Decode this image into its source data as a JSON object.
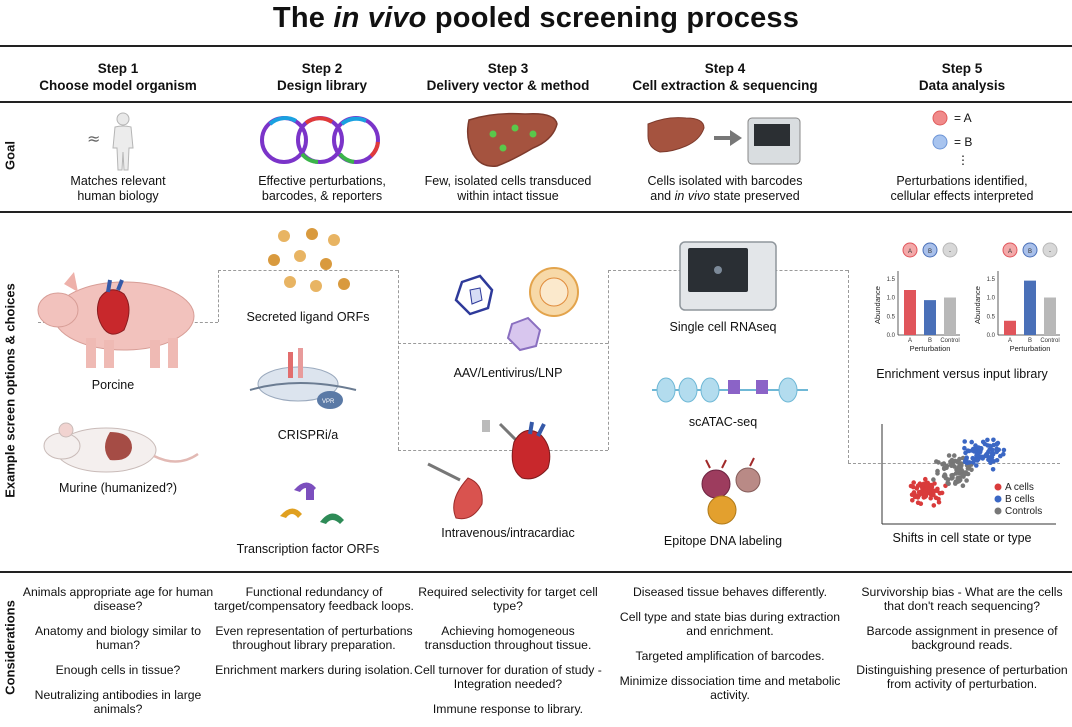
{
  "title": {
    "prefix": "The ",
    "italic": "in vivo",
    "suffix": " pooled screening process"
  },
  "steps": [
    {
      "num": "Step 1",
      "name": "Choose model organism"
    },
    {
      "num": "Step 2",
      "name": "Design library"
    },
    {
      "num": "Step 3",
      "name": "Delivery vector & method"
    },
    {
      "num": "Step 4",
      "name": "Cell extraction & sequencing"
    },
    {
      "num": "Step 5",
      "name": "Data analysis"
    }
  ],
  "row_labels": {
    "goal": "Goal",
    "options": "Example screen options & choices",
    "considerations": "Considerations"
  },
  "goals": [
    {
      "l1": "Matches relevant",
      "l2": "human biology"
    },
    {
      "l1": "Effective perturbations,",
      "l2": "barcodes, & reporters"
    },
    {
      "l1": "Few, isolated cells transduced",
      "l2": "within intact tissue"
    },
    {
      "l1": "Cells isolated with barcodes",
      "l2_pre": "and ",
      "l2_it": "in vivo",
      "l2_post": " state preserved"
    },
    {
      "l1": "Perturbations identified,",
      "l2": "cellular effects interpreted"
    }
  ],
  "goal5_legend": {
    "a": "= A",
    "b": "= B",
    "dots": "⋮"
  },
  "options": {
    "step1": [
      "Porcine",
      "Murine (humanized?)"
    ],
    "step2": [
      "Secreted ligand ORFs",
      "CRISPRi/a",
      "Transcription factor ORFs"
    ],
    "step3": [
      "AAV/Lentivirus/LNP",
      "Intravenous/intracardiac"
    ],
    "step4": [
      "Single cell RNAseq",
      "scATAC-seq",
      "Epitope DNA labeling"
    ],
    "step5": [
      "Enrichment versus input library",
      "Shifts in cell state or type"
    ]
  },
  "icon_labels": {
    "approx": "≈",
    "vpr": "VPR"
  },
  "chart_data": [
    {
      "type": "bar",
      "categories": [
        "A",
        "B",
        "Control"
      ],
      "values": [
        1.2,
        0.93,
        1.0
      ],
      "ylabel": "Abundance",
      "xlabel": "Perturbation",
      "ylim": [
        0,
        1.6
      ],
      "yticks": [
        "0.0",
        "0.5",
        "1.0",
        "1.5"
      ],
      "badges": [
        "A",
        "B",
        "-"
      ],
      "colors": [
        "#e0555b",
        "#4a70b8",
        "#b8b8b8"
      ]
    },
    {
      "type": "bar",
      "categories": [
        "A",
        "B",
        "Control"
      ],
      "values": [
        0.38,
        1.45,
        1.0
      ],
      "ylabel": "Abundance",
      "xlabel": "Perturbation",
      "ylim": [
        0,
        1.6
      ],
      "yticks": [
        "0.0",
        "0.5",
        "1.0",
        "1.5"
      ],
      "badges": [
        "A",
        "B",
        "-"
      ],
      "colors": [
        "#e0555b",
        "#4a70b8",
        "#b8b8b8"
      ]
    },
    {
      "type": "scatter",
      "series": [
        {
          "name": "A cells",
          "color": "#d93b3b"
        },
        {
          "name": "B cells",
          "color": "#3b67c4"
        },
        {
          "name": "Controls",
          "color": "#777777"
        }
      ]
    }
  ],
  "considerations": [
    [
      "Animals appropriate age for human disease?",
      "Anatomy and biology similar to human?",
      "Enough cells in tissue?",
      "Neutralizing antibodies in large animals?"
    ],
    [
      "Functional redundancy of target/compensatory feedback loops.",
      "Even representation of perturbations throughout library preparation.",
      "Enrichment markers during isolation."
    ],
    [
      "Required selectivity for target cell type?",
      "Achieving homogeneous transduction throughout tissue.",
      "Cell turnover for duration of study - Integration needed?",
      "Immune response to library."
    ],
    [
      "Diseased tissue behaves differently.",
      "Cell type and state bias during extraction and enrichment.",
      "Targeted amplification of barcodes.",
      "Minimize dissociation time and metabolic activity."
    ],
    [
      "Survivorship bias - What are the cells that don't reach sequencing?",
      "Barcode assignment in presence of background reads.",
      "Distinguishing presence of perturbation from activity of perturbation."
    ]
  ]
}
